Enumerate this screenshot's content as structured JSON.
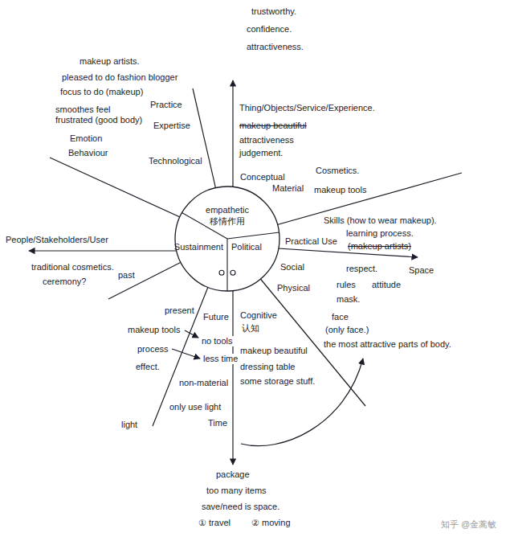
{
  "diagram": {
    "nodes": [
      {
        "text": [
          "empathetic",
          "移情作用",
          "Sustainment",
          "Political"
        ]
      }
    ],
    "labels": [
      "trustworthy.",
      "confidence.",
      "attractiveness.",
      "Thing/Objects/Service/Experience.",
      "makeup beautiful",
      "attractiveness",
      "judgement.",
      "Technological",
      "Conceptual",
      "Material",
      "Cosmetics.",
      "makeup tools",
      "makeup artists.",
      "pleased to do fashion blogger",
      "Practice",
      "focus to do (makeup)",
      "smoothes feel frustrated (good body)",
      "Expertise",
      "Emotion",
      "Behaviour",
      "People/Stakeholders/User",
      "traditional cosmetics.",
      "ceremony?",
      "past",
      "Skills (how to wear makeup).",
      "learning process.",
      "Practical Use",
      "(makeup artists)",
      "Space",
      "Social",
      "respect.",
      "rules",
      "attitude",
      "mask.",
      "Physical",
      "face",
      "(only face.)",
      "the most attractive parts of body.",
      "present",
      "Future",
      "Cognitive",
      "认知",
      "makeup tools",
      "no tools",
      "process",
      "less time",
      "effect.",
      "makeup beautiful",
      "dressing table",
      "some storage stuff.",
      "non-material",
      "only use light",
      "light",
      "Time",
      "package",
      "too many items",
      "save/need is space.",
      "① travel",
      "② moving",
      "知乎 @金蒿敏"
    ]
  }
}
